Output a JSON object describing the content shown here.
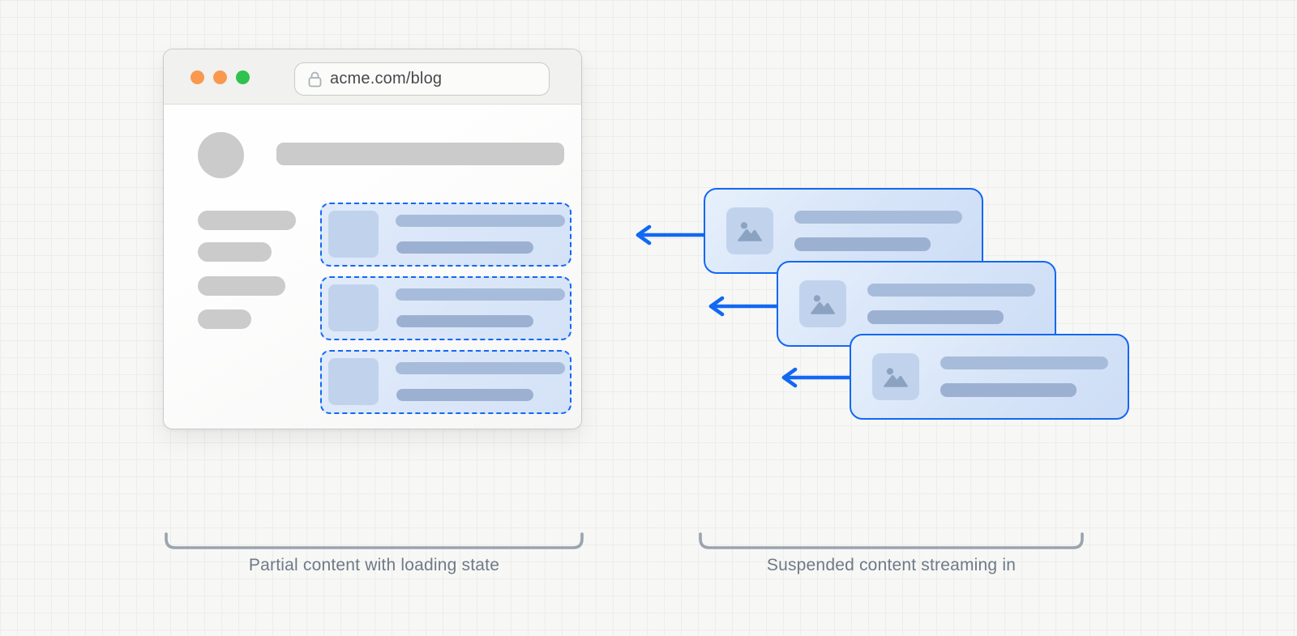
{
  "diagram": {
    "browser": {
      "url": "acme.com/blog",
      "traffic_light_colors": [
        "#F8994E",
        "#F8994E",
        "#2FC24F"
      ],
      "skeleton": {
        "sidebar_bars": 4,
        "suspense_slots": 3
      }
    },
    "stream_cards": {
      "count": 3,
      "thumb_icon": "image-placeholder-icon",
      "arrow_icon": "arrow-left-icon"
    },
    "captions": {
      "left": "Partial content with loading state",
      "right": "Suspended content streaming in"
    }
  },
  "colors": {
    "accent": "#1268F2",
    "page-bg": "#f7f7f6",
    "grid-line": "#ededec",
    "skeleton-gray": "#cbcbcb",
    "thumb-blue": "#c1d3ec",
    "bar-blue-1": "#a7bcda",
    "bar-blue-2": "#9cb1d1",
    "glyph-blue": "#8ca2c1",
    "bracket-gray": "#9aa4ae",
    "caption-gray": "#6e7a86"
  }
}
